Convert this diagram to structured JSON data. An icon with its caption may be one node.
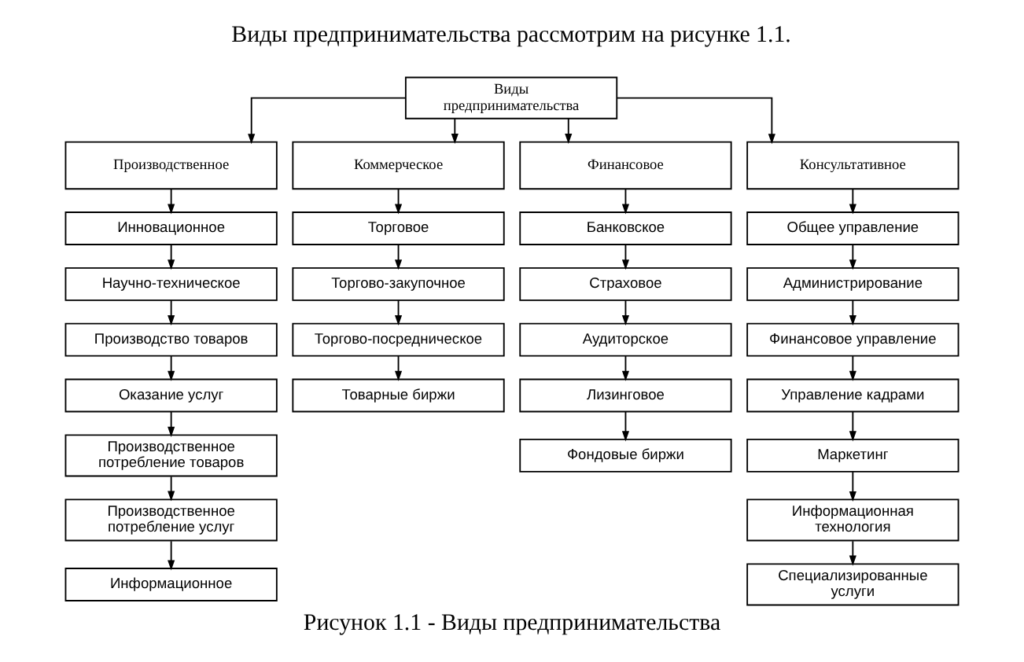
{
  "diagram": {
    "title": "Виды предпринимательства рассмотрим на рисунке 1.1.",
    "caption": "Рисунок 1.1 - Виды предпринимательства",
    "nodes": [
      {
        "text": [
          "Виды предпринимательства"
        ]
      },
      {
        "text": [
          "Производственное"
        ]
      },
      {
        "text": [
          "Коммерческое"
        ]
      },
      {
        "text": [
          "Финансовое"
        ]
      },
      {
        "text": [
          "Консультативное"
        ]
      },
      {
        "text": [
          "Инновационное"
        ]
      },
      {
        "text": [
          "Научно-техническое"
        ]
      },
      {
        "text": [
          "Производство товаров"
        ]
      },
      {
        "text": [
          "Оказание услуг"
        ]
      },
      {
        "text": [
          "Производственное потребление товаров"
        ]
      },
      {
        "text": [
          "Производственное потребление услуг"
        ]
      },
      {
        "text": [
          "Информационное"
        ]
      },
      {
        "text": [
          "Торговое"
        ]
      },
      {
        "text": [
          "Торгово-закупочное"
        ]
      },
      {
        "text": [
          "Торгово-посредническое"
        ]
      },
      {
        "text": [
          "Товарные биржи"
        ]
      },
      {
        "text": [
          "Банковское"
        ]
      },
      {
        "text": [
          "Страховое"
        ]
      },
      {
        "text": [
          "Аудиторское"
        ]
      },
      {
        "text": [
          "Лизинговое"
        ]
      },
      {
        "text": [
          "Фондовые биржи"
        ]
      },
      {
        "text": [
          "Общее управление"
        ]
      },
      {
        "text": [
          "Администрирование"
        ]
      },
      {
        "text": [
          "Финансовое управление"
        ]
      },
      {
        "text": [
          "Управление кадрами"
        ]
      },
      {
        "text": [
          "Маркетинг"
        ]
      },
      {
        "text": [
          "Информационная технология"
        ]
      },
      {
        "text": [
          "Специализированные услуги"
        ]
      }
    ],
    "edges": [
      {
        "from": 0,
        "to": 1,
        "arrow": "to"
      },
      {
        "from": 0,
        "to": 2,
        "arrow": "to"
      },
      {
        "from": 0,
        "to": 3,
        "arrow": "to"
      },
      {
        "from": 0,
        "to": 4,
        "arrow": "to"
      },
      {
        "from": 1,
        "to": 5,
        "arrow": "to"
      },
      {
        "from": 5,
        "to": 6,
        "arrow": "to"
      },
      {
        "from": 6,
        "to": 7,
        "arrow": "to"
      },
      {
        "from": 7,
        "to": 8,
        "arrow": "to"
      },
      {
        "from": 8,
        "to": 9,
        "arrow": "to"
      },
      {
        "from": 9,
        "to": 10,
        "arrow": "to"
      },
      {
        "from": 10,
        "to": 11,
        "arrow": "to"
      },
      {
        "from": 2,
        "to": 12,
        "arrow": "to"
      },
      {
        "from": 12,
        "to": 13,
        "arrow": "to"
      },
      {
        "from": 13,
        "to": 14,
        "arrow": "to"
      },
      {
        "from": 14,
        "to": 15,
        "arrow": "to"
      },
      {
        "from": 3,
        "to": 16,
        "arrow": "to"
      },
      {
        "from": 16,
        "to": 17,
        "arrow": "to"
      },
      {
        "from": 17,
        "to": 18,
        "arrow": "to"
      },
      {
        "from": 18,
        "to": 19,
        "arrow": "to"
      },
      {
        "from": 19,
        "to": 20,
        "arrow": "to"
      },
      {
        "from": 4,
        "to": 21,
        "arrow": "to"
      },
      {
        "from": 21,
        "to": 22,
        "arrow": "to"
      },
      {
        "from": 22,
        "to": 23,
        "arrow": "to"
      },
      {
        "from": 23,
        "to": 24,
        "arrow": "to"
      },
      {
        "from": 24,
        "to": 25,
        "arrow": "to"
      },
      {
        "from": 25,
        "to": 26,
        "arrow": "to"
      },
      {
        "from": 26,
        "to": 27,
        "arrow": "to"
      }
    ]
  }
}
